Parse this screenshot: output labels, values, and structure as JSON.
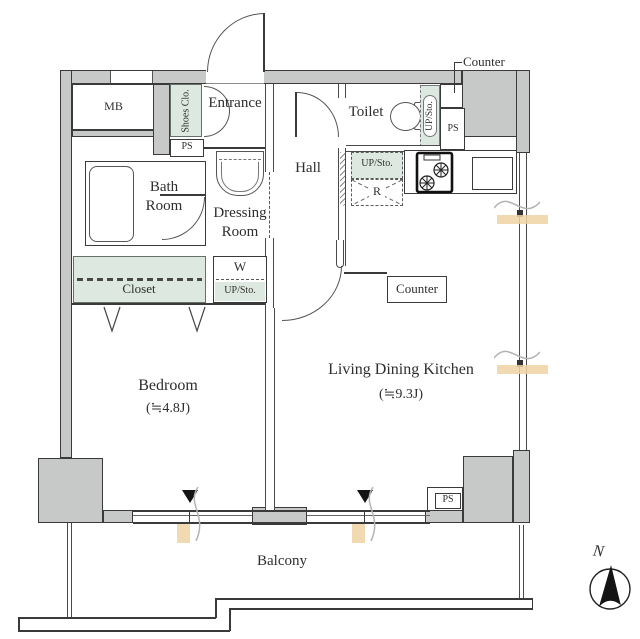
{
  "plan": {
    "rooms": {
      "entrance": "Entrance",
      "hall": "Hall",
      "toilet": "Toilet",
      "bath_room": "Bath Room",
      "dressing_room": "Dressing Room",
      "closet": "Closet",
      "bedroom": {
        "name": "Bedroom",
        "size": "(≒4.8J)"
      },
      "ldk": {
        "name": "Living Dining Kitchen",
        "size": "(≒9.3J)"
      },
      "balcony": "Balcony"
    },
    "fixtures": {
      "mb": "MB",
      "shoes_closet": "Shoes Clo.",
      "ps": "PS",
      "up_sto": "UP/Sto.",
      "washer": "W",
      "refrigerator": "R",
      "counter": "Counter"
    },
    "compass": {
      "north": "N"
    },
    "colors": {
      "wall_fill": "#c7c9c8",
      "storage_green": "#dde8e1",
      "window_break_tan": "#eed3a5",
      "line": "#3a3a3a"
    }
  }
}
